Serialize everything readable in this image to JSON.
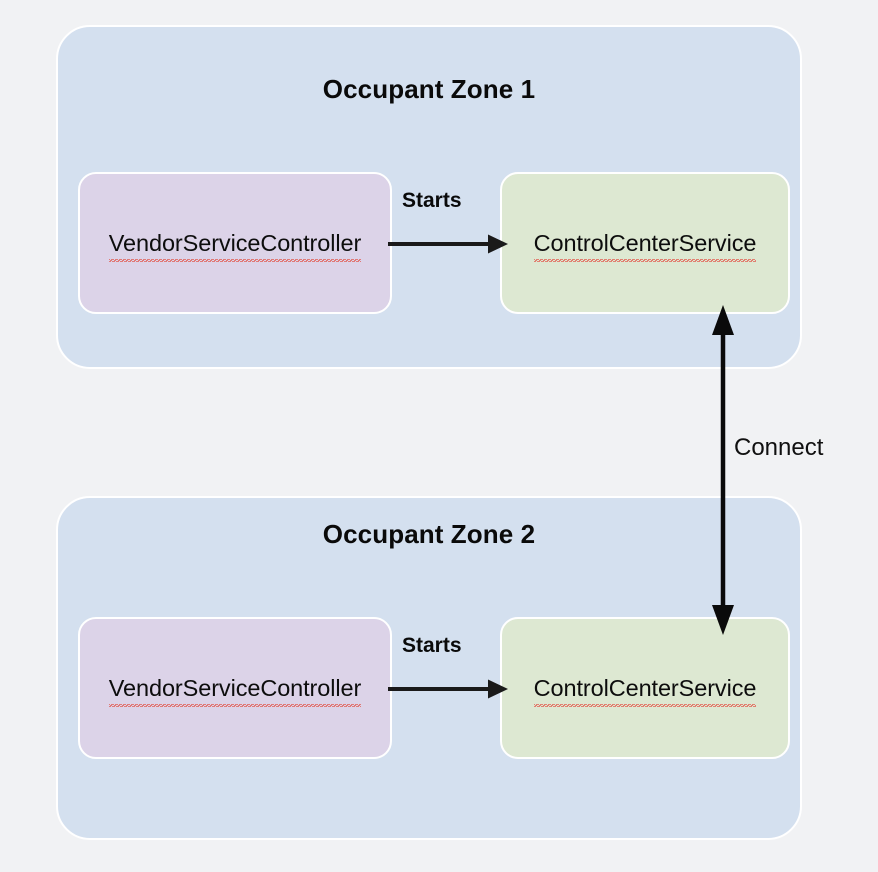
{
  "diagram": {
    "background_color": "#f1f2f4",
    "zones": [
      {
        "title": "Occupant Zone 1",
        "fill_color": "#d4e0ef",
        "nodes": [
          {
            "label": "VendorServiceController",
            "fill_color": "#dcd3e8",
            "misspelled": true
          },
          {
            "label": "ControlCenterService",
            "fill_color": "#dde8d2",
            "misspelled": true
          }
        ],
        "edge_label": "Starts"
      },
      {
        "title": "Occupant Zone 2",
        "fill_color": "#d4e0ef",
        "nodes": [
          {
            "label": "VendorServiceController",
            "fill_color": "#dcd3e8",
            "misspelled": true
          },
          {
            "label": "ControlCenterService",
            "fill_color": "#dde8d2",
            "misspelled": true
          }
        ],
        "edge_label": "Starts"
      }
    ],
    "cross_zone_edge": {
      "label": "Connect",
      "direction": "bidirectional",
      "color": "#0a0a0a"
    }
  }
}
